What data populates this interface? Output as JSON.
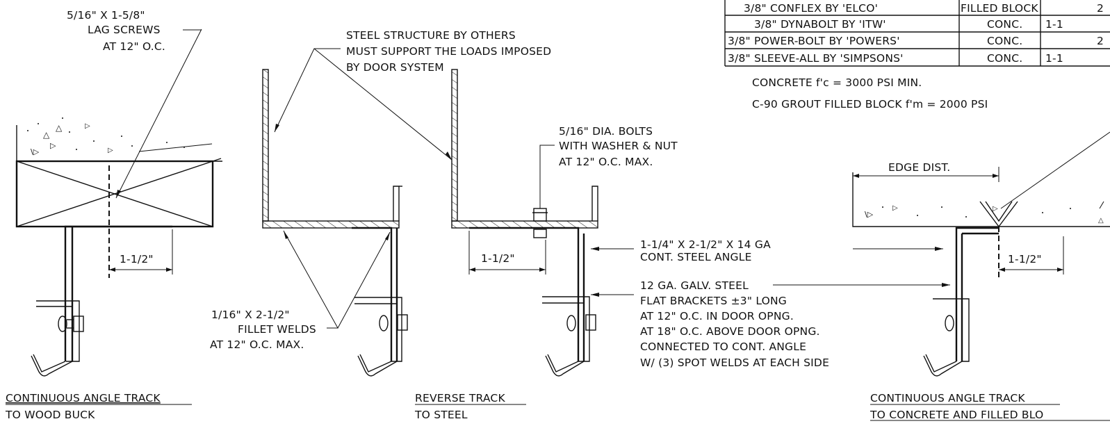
{
  "detail_wood": {
    "lag_note": [
      "5/16\" X 1-5/8\"",
      "LAG SCREWS",
      "AT 12\" O.C."
    ],
    "dimension": "1-1/2\"",
    "title": "CONTINUOUS ANGLE TRACK",
    "subtitle": "TO WOOD BUCK"
  },
  "detail_steel": {
    "structure_note": [
      "STEEL STRUCTURE BY OTHERS",
      "MUST SUPPORT THE LOADS IMPOSED",
      "BY DOOR SYSTEM"
    ],
    "bolt_note": [
      "5/16\" DIA. BOLTS",
      "WITH WASHER & NUT",
      "AT 12\" O.C. MAX."
    ],
    "weld_note": [
      "1/16\" X 2-1/2\"",
      "FILLET WELDS",
      "AT 12\" O.C. MAX."
    ],
    "dimension": "1-1/2\"",
    "title": "REVERSE TRACK",
    "subtitle": "TO STEEL"
  },
  "shared_notes": {
    "angle_note": [
      "1-1/4\" X 2-1/2\" X 14 GA",
      "CONT. STEEL ANGLE"
    ],
    "bracket_note": [
      "12 GA. GALV. STEEL",
      "FLAT BRACKETS ±3\" LONG",
      "AT 12\" O.C. IN DOOR OPNG.",
      "AT 18\" O.C. ABOVE DOOR OPNG.",
      "CONNECTED TO CONT. ANGLE",
      "W/ (3) SPOT WELDS AT EACH SIDE"
    ]
  },
  "detail_concrete": {
    "edge_label": "EDGE DIST.",
    "dimension": "1-1/2\"",
    "title": "CONTINUOUS ANGLE TRACK",
    "subtitle": "TO CONCRETE AND FILLED BLO"
  },
  "anchor_table": {
    "rows": [
      {
        "anchor": "3/8\" CONFLEX BY 'ELCO'",
        "base": "FILLED BLOCK",
        "value": "2"
      },
      {
        "anchor": "3/8\" DYNABOLT BY 'ITW'",
        "base": "CONC.",
        "value": "1-1"
      },
      {
        "anchor": "3/8\" POWER-BOLT BY 'POWERS'",
        "base": "CONC.",
        "value": "2"
      },
      {
        "anchor": "3/8\" SLEEVE-ALL BY 'SIMPSONS'",
        "base": "CONC.",
        "value": "1-1"
      }
    ],
    "notes": [
      "CONCRETE f'c = 3000 PSI MIN.",
      "C-90 GROUT FILLED BLOCK f'm = 2000 PSI"
    ]
  }
}
